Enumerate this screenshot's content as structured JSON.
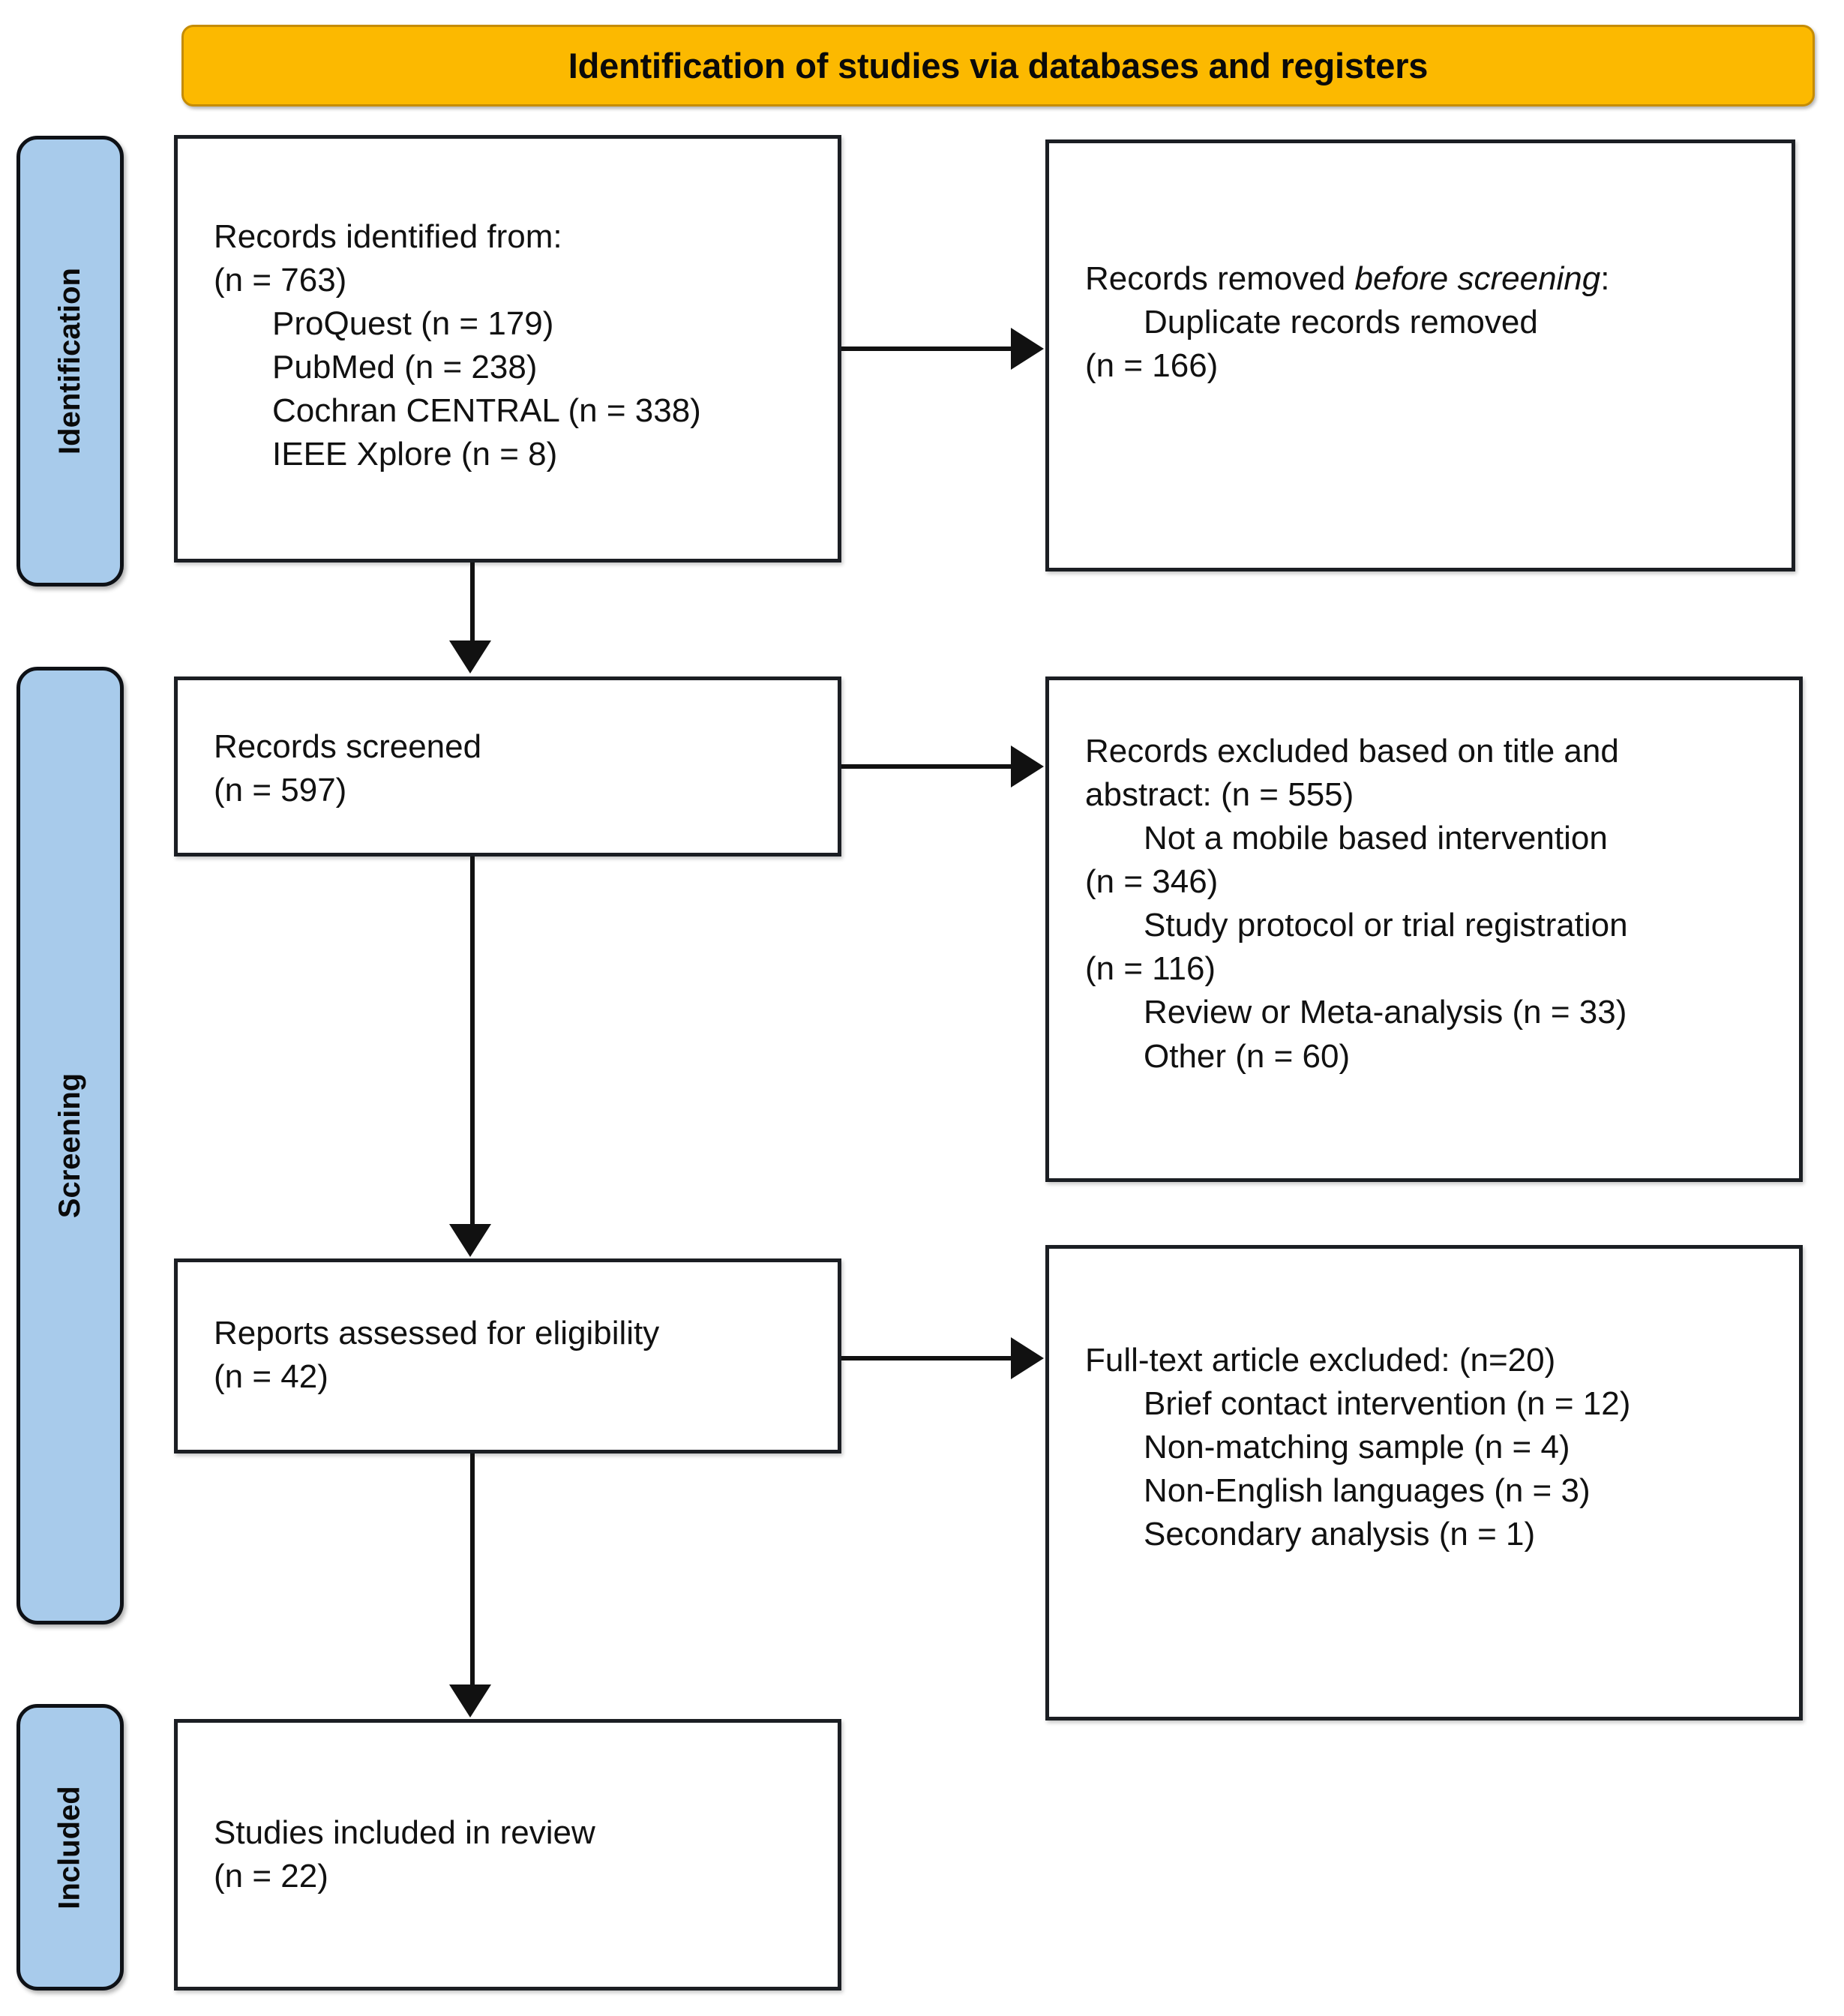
{
  "diagram": {
    "title": "Identification of studies via databases and registers",
    "colors": {
      "banner_fill": "#fcb900",
      "banner_border": "#c58c05",
      "rail_fill": "#a8cbeb",
      "rail_border": "#0e1116",
      "box_border": "#1b1e23",
      "connector": "#111111",
      "text": "#111111"
    },
    "stage_labels": {
      "identification": "Identification",
      "screening": "Screening",
      "included": "Included"
    },
    "boxes": {
      "identified": {
        "name": "Records identified from",
        "lines": [
          "Records identified from:",
          "(n = 763)"
        ],
        "sources": [
          "ProQuest (n = 179)",
          "PubMed (n = 238)",
          "Cochran CENTRAL (n = 338)",
          "IEEE Xplore (n = 8)"
        ]
      },
      "removed": {
        "name": "Records removed before screening",
        "heading_plain": "Records removed ",
        "heading_italic": "before screening",
        "heading_tail": ":",
        "items": [
          "Duplicate records removed",
          "(n = 166)"
        ]
      },
      "screened": {
        "name": "Records screened",
        "lines": [
          "Records screened",
          "(n = 597)"
        ]
      },
      "excluded": {
        "name": "Records excluded based on title and abstract",
        "lines": [
          "Records excluded based on title and",
          "abstract: (n = 555)"
        ],
        "reasons": [
          "Not a mobile based intervention",
          "(n = 346)",
          "Study protocol or trial registration",
          "(n = 116)",
          "Review or Meta-analysis (n = 33)",
          "Other (n = 60)"
        ]
      },
      "eligibility": {
        "name": "Reports assessed for eligibility",
        "lines": [
          "Reports assessed for eligibility",
          "(n = 42)"
        ]
      },
      "fulltext": {
        "name": "Full-text article excluded",
        "lines": [
          "Full-text article excluded: (n=20)"
        ],
        "reasons": [
          "Brief contact intervention (n = 12)",
          "Non-matching sample (n = 4)",
          "Non-English languages (n = 3)",
          "Secondary analysis (n = 1)"
        ]
      },
      "included": {
        "name": "Studies included in review",
        "lines": [
          "Studies included in review",
          "(n = 22)"
        ]
      }
    },
    "chart_data": {
      "type": "diagram",
      "title": "PRISMA flow diagram",
      "nodes": [
        {
          "id": "identified",
          "stage": "Identification",
          "value": 763
        },
        {
          "id": "removed",
          "stage": "Identification",
          "value": 166
        },
        {
          "id": "screened",
          "stage": "Screening",
          "value": 597
        },
        {
          "id": "excluded",
          "stage": "Screening",
          "value": 555
        },
        {
          "id": "eligibility",
          "stage": "Screening",
          "value": 42
        },
        {
          "id": "fulltext",
          "stage": "Screening",
          "value": 20
        },
        {
          "id": "included",
          "stage": "Included",
          "value": 22
        }
      ],
      "edges": [
        {
          "from": "identified",
          "to": "screened"
        },
        {
          "from": "identified",
          "to": "removed"
        },
        {
          "from": "screened",
          "to": "eligibility"
        },
        {
          "from": "screened",
          "to": "excluded"
        },
        {
          "from": "eligibility",
          "to": "included"
        },
        {
          "from": "eligibility",
          "to": "fulltext"
        }
      ]
    }
  }
}
